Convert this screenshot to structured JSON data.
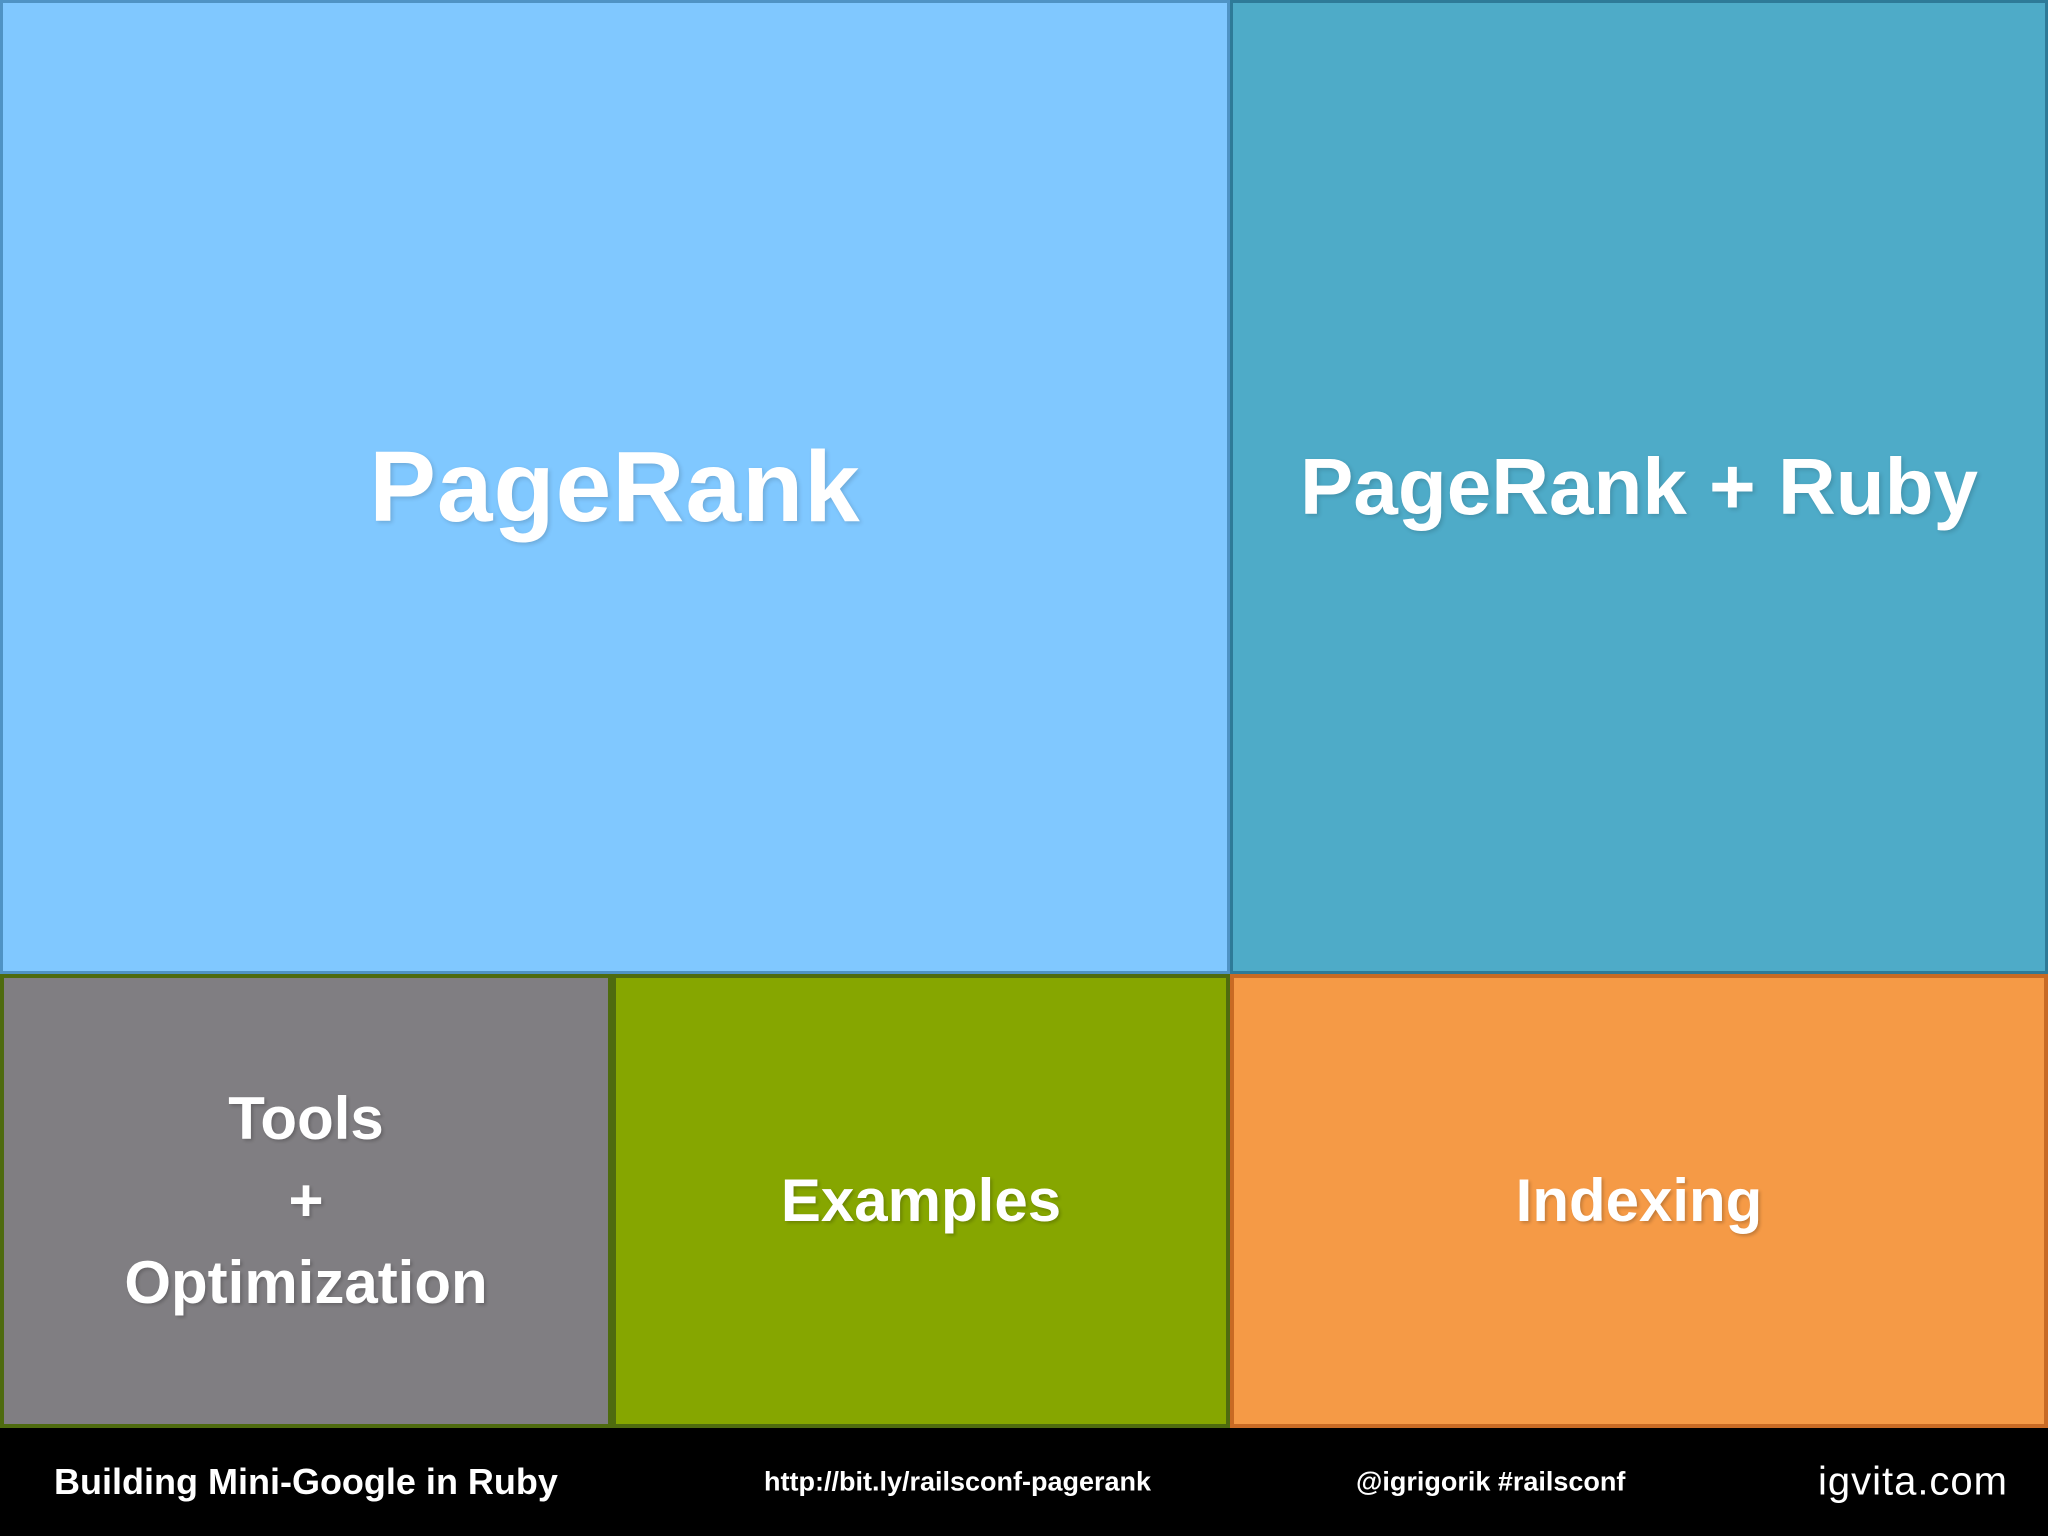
{
  "tiles": {
    "pagerank": {
      "label": "PageRank",
      "color": "#80c8ff"
    },
    "pagerank_ruby": {
      "label": "PageRank + Ruby",
      "color": "#4eabc8"
    },
    "tools": {
      "line1": "Tools",
      "line2": "+",
      "line3": "Optimization",
      "color": "#807e82"
    },
    "examples": {
      "label": "Examples",
      "color": "#86a600"
    },
    "indexing": {
      "label": "Indexing",
      "color": "#f59a46"
    }
  },
  "footer": {
    "title": "Building Mini-Google in Ruby",
    "url": "http://bit.ly/railsconf-pagerank",
    "handle": "@igrigorik #railsconf",
    "site": "igvita.com"
  }
}
